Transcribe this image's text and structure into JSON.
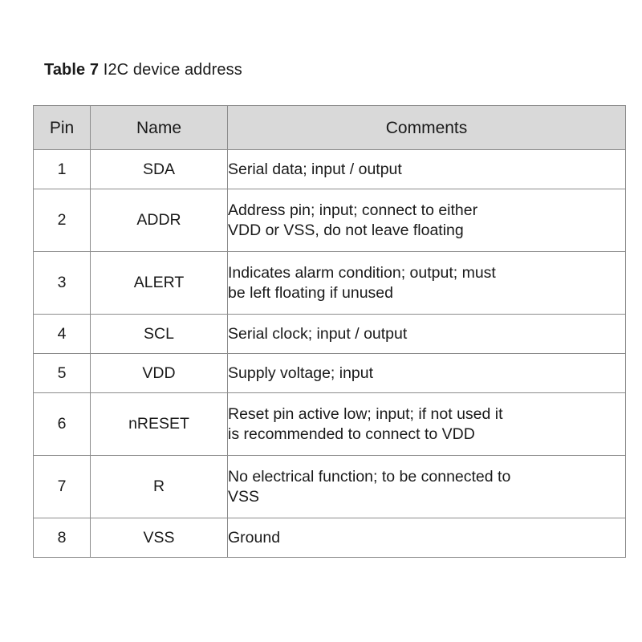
{
  "caption": {
    "label": "Table 7",
    "text": " I2C device address"
  },
  "table": {
    "headers": {
      "pin": "Pin",
      "name": "Name",
      "comments": "Comments"
    },
    "rows": [
      {
        "pin": "1",
        "name": "SDA",
        "comment_lines": [
          "Serial data; input / output"
        ]
      },
      {
        "pin": "2",
        "name": "ADDR",
        "comment_lines": [
          "Address pin; input; connect to either",
          "VDD or VSS, do not leave floating"
        ]
      },
      {
        "pin": "3",
        "name": "ALERT",
        "comment_lines": [
          "Indicates alarm condition; output; must",
          "be left floating if unused"
        ]
      },
      {
        "pin": "4",
        "name": "SCL",
        "comment_lines": [
          "Serial clock; input / output"
        ]
      },
      {
        "pin": "5",
        "name": "VDD",
        "comment_lines": [
          "Supply voltage; input"
        ]
      },
      {
        "pin": "6",
        "name": "nRESET",
        "comment_lines": [
          "Reset pin active low; input; if not used it",
          "is recommended to connect to VDD"
        ]
      },
      {
        "pin": "7",
        "name": "R",
        "comment_lines": [
          "No electrical function; to be connected to",
          "VSS"
        ]
      },
      {
        "pin": "8",
        "name": "VSS",
        "comment_lines": [
          "Ground"
        ]
      }
    ]
  },
  "colors": {
    "header_background": "#d9d9d9",
    "border": "#8c8c8c",
    "text": "#1a1a1a",
    "page_background": "#ffffff"
  }
}
